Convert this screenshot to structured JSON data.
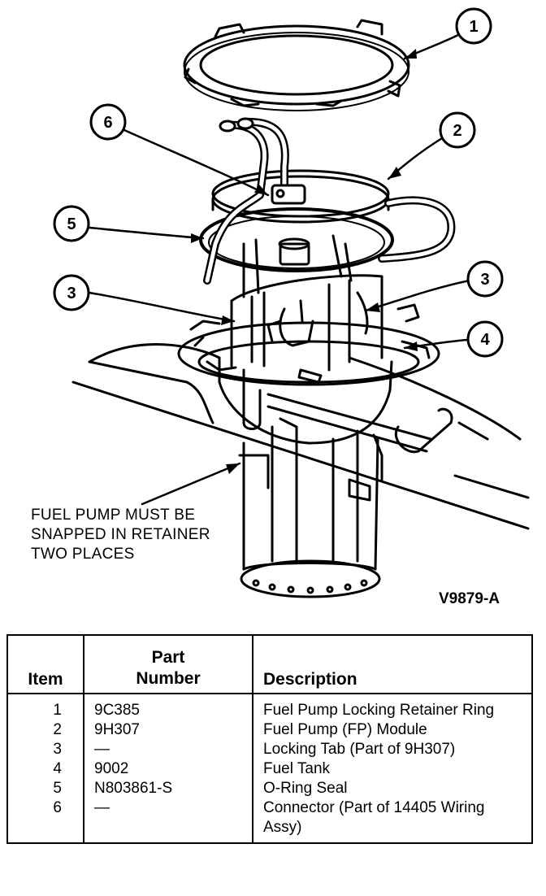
{
  "diagram": {
    "callouts": [
      "1",
      "2",
      "3",
      "3",
      "4",
      "5",
      "6"
    ],
    "note_lines": [
      "FUEL PUMP MUST BE",
      "SNAPPED IN RETAINER",
      "TWO PLACES"
    ],
    "figure_id": "V9879-A"
  },
  "table": {
    "headers": {
      "item": "Item",
      "part_line1": "Part",
      "part_line2": "Number",
      "description": "Description"
    },
    "rows": [
      {
        "item": "1",
        "part": "9C385",
        "description": "Fuel Pump Locking Retainer Ring"
      },
      {
        "item": "2",
        "part": "9H307",
        "description": "Fuel Pump (FP) Module"
      },
      {
        "item": "3",
        "part": "—",
        "description": "Locking Tab (Part of 9H307)"
      },
      {
        "item": "4",
        "part": "9002",
        "description": "Fuel Tank"
      },
      {
        "item": "5",
        "part": "N803861-S",
        "description": "O-Ring Seal"
      },
      {
        "item": "6",
        "part": "—",
        "description": "Connector (Part of 14405 Wiring Assy)"
      }
    ]
  }
}
